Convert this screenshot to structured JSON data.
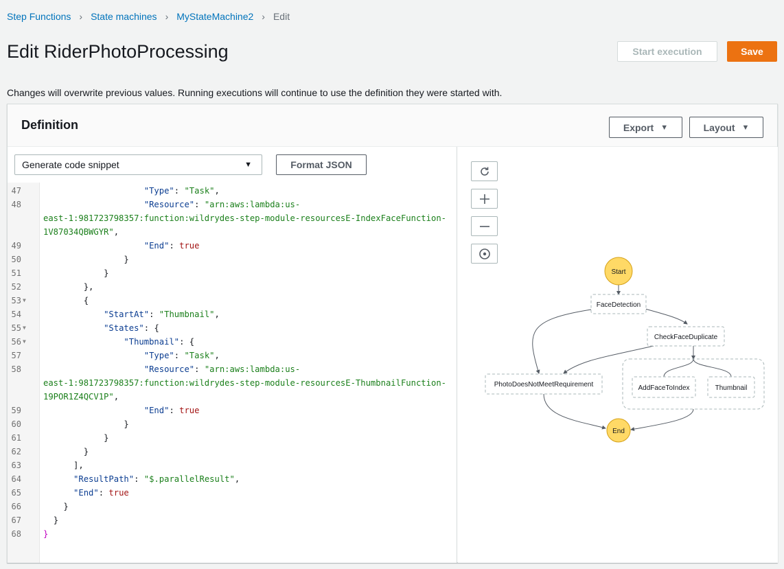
{
  "breadcrumb": {
    "items": [
      "Step Functions",
      "State machines",
      "MyStateMachine2"
    ],
    "current": "Edit"
  },
  "page": {
    "title": "Edit RiderPhotoProcessing",
    "note": "Changes will overwrite previous values. Running executions will continue to use the definition they were started with."
  },
  "actions": {
    "start_label": "Start execution",
    "save_label": "Save"
  },
  "definition": {
    "title": "Definition",
    "export_label": "Export",
    "layout_label": "Layout",
    "snippet_label": "Generate code snippet",
    "format_label": "Format JSON"
  },
  "editor": {
    "lines": [
      {
        "n": "47",
        "fold": false,
        "indent": 20,
        "parts": [
          [
            "k",
            "\"Type\""
          ],
          [
            "t",
            ": "
          ],
          [
            "s",
            "\"Task\""
          ],
          [
            "t",
            ","
          ]
        ]
      },
      {
        "n": "48",
        "fold": false,
        "indent": 20,
        "parts": [
          [
            "k",
            "\"Resource\""
          ],
          [
            "t",
            ": "
          ],
          [
            "s",
            "\"arn:aws:lambda:us-"
          ]
        ]
      },
      {
        "n": "",
        "fold": false,
        "indent": 0,
        "parts": [
          [
            "s",
            "east-1:981723798357:function:wildrydes-step-module-resourcesE-IndexFaceFunction-"
          ]
        ]
      },
      {
        "n": "",
        "fold": false,
        "indent": 0,
        "parts": [
          [
            "s",
            "1V87034QBWGYR\""
          ],
          [
            "t",
            ","
          ]
        ]
      },
      {
        "n": "49",
        "fold": false,
        "indent": 20,
        "parts": [
          [
            "k",
            "\"End\""
          ],
          [
            "t",
            ": "
          ],
          [
            "b",
            "true"
          ]
        ]
      },
      {
        "n": "50",
        "fold": false,
        "indent": 16,
        "parts": [
          [
            "t",
            "}"
          ]
        ]
      },
      {
        "n": "51",
        "fold": false,
        "indent": 12,
        "parts": [
          [
            "t",
            "}"
          ]
        ]
      },
      {
        "n": "52",
        "fold": false,
        "indent": 8,
        "parts": [
          [
            "t",
            "},"
          ]
        ]
      },
      {
        "n": "53",
        "fold": true,
        "indent": 8,
        "parts": [
          [
            "t",
            "{"
          ]
        ]
      },
      {
        "n": "54",
        "fold": false,
        "indent": 12,
        "parts": [
          [
            "k",
            "\"StartAt\""
          ],
          [
            "t",
            ": "
          ],
          [
            "s",
            "\"Thumbnail\""
          ],
          [
            "t",
            ","
          ]
        ]
      },
      {
        "n": "55",
        "fold": true,
        "indent": 12,
        "parts": [
          [
            "k",
            "\"States\""
          ],
          [
            "t",
            ": {"
          ]
        ]
      },
      {
        "n": "56",
        "fold": true,
        "indent": 16,
        "parts": [
          [
            "k",
            "\"Thumbnail\""
          ],
          [
            "t",
            ": {"
          ]
        ]
      },
      {
        "n": "57",
        "fold": false,
        "indent": 20,
        "parts": [
          [
            "k",
            "\"Type\""
          ],
          [
            "t",
            ": "
          ],
          [
            "s",
            "\"Task\""
          ],
          [
            "t",
            ","
          ]
        ]
      },
      {
        "n": "58",
        "fold": false,
        "indent": 20,
        "parts": [
          [
            "k",
            "\"Resource\""
          ],
          [
            "t",
            ": "
          ],
          [
            "s",
            "\"arn:aws:lambda:us-"
          ]
        ]
      },
      {
        "n": "",
        "fold": false,
        "indent": 0,
        "parts": [
          [
            "s",
            "east-1:981723798357:function:wildrydes-step-module-resourcesE-ThumbnailFunction-"
          ]
        ]
      },
      {
        "n": "",
        "fold": false,
        "indent": 0,
        "parts": [
          [
            "s",
            "19POR1Z4QCV1P\""
          ],
          [
            "t",
            ","
          ]
        ]
      },
      {
        "n": "59",
        "fold": false,
        "indent": 20,
        "parts": [
          [
            "k",
            "\"End\""
          ],
          [
            "t",
            ": "
          ],
          [
            "b",
            "true"
          ]
        ]
      },
      {
        "n": "60",
        "fold": false,
        "indent": 16,
        "parts": [
          [
            "t",
            "}"
          ]
        ]
      },
      {
        "n": "61",
        "fold": false,
        "indent": 12,
        "parts": [
          [
            "t",
            "}"
          ]
        ]
      },
      {
        "n": "62",
        "fold": false,
        "indent": 8,
        "parts": [
          [
            "t",
            "}"
          ]
        ]
      },
      {
        "n": "63",
        "fold": false,
        "indent": 6,
        "parts": [
          [
            "t",
            "],"
          ]
        ]
      },
      {
        "n": "64",
        "fold": false,
        "indent": 6,
        "parts": [
          [
            "k",
            "\"ResultPath\""
          ],
          [
            "t",
            ": "
          ],
          [
            "s",
            "\"$.parallelResult\""
          ],
          [
            "t",
            ","
          ]
        ]
      },
      {
        "n": "65",
        "fold": false,
        "indent": 6,
        "parts": [
          [
            "k",
            "\"End\""
          ],
          [
            "t",
            ": "
          ],
          [
            "b",
            "true"
          ]
        ]
      },
      {
        "n": "66",
        "fold": false,
        "indent": 4,
        "parts": [
          [
            "t",
            "}"
          ]
        ]
      },
      {
        "n": "67",
        "fold": false,
        "indent": 2,
        "parts": [
          [
            "t",
            "}"
          ]
        ]
      },
      {
        "n": "68",
        "fold": false,
        "indent": 0,
        "parts": [
          [
            "br",
            "}"
          ]
        ]
      }
    ]
  },
  "graph": {
    "tools": [
      "refresh-icon",
      "zoom-in-icon",
      "zoom-out-icon",
      "center-icon"
    ],
    "start_label": "Start",
    "end_label": "End",
    "states": {
      "face_detection": "FaceDetection",
      "check_face_duplicate": "CheckFaceDuplicate",
      "photo_not_meet": "PhotoDoesNotMeetRequirement",
      "add_face": "AddFaceToIndex",
      "thumbnail": "Thumbnail"
    },
    "colors": {
      "terminal_fill": "#ffd966",
      "terminal_stroke": "#d4a017",
      "box_stroke": "#aab7b8"
    }
  }
}
